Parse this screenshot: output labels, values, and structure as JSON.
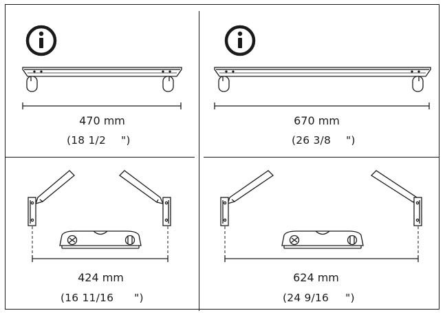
{
  "panels": {
    "top_left": {
      "icon": "info-icon",
      "measure_mm": "470 mm",
      "inches_open": "(18 1/2",
      "inches_close": "\")"
    },
    "top_right": {
      "icon": "info-icon",
      "measure_mm": "670 mm",
      "inches_open": "(26 3/8",
      "inches_close": "\")"
    },
    "bottom_left": {
      "measure_mm": "424 mm",
      "inches_open": "(16 11/16",
      "inches_close": "\")"
    },
    "bottom_right": {
      "measure_mm": "624 mm",
      "inches_open": "(24 9/16",
      "inches_close": "\")"
    }
  },
  "colors": {
    "line": "#1a1a1a",
    "background": "#ffffff"
  }
}
